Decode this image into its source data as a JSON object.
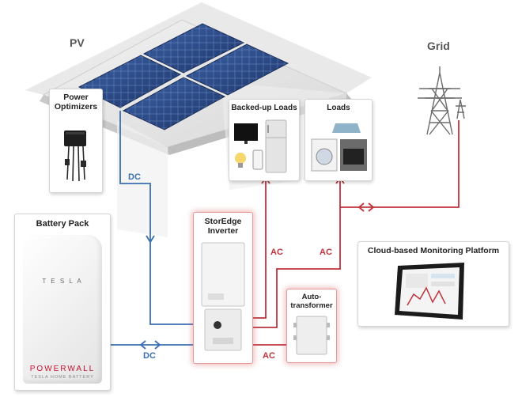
{
  "labels": {
    "pv": "PV",
    "grid": "Grid",
    "power_optimizers": "Power\nOptimizers",
    "backed_up_loads": "Backed-up Loads",
    "loads": "Loads",
    "battery_pack": "Battery Pack",
    "storedge_inverter": "StorEdge\nInverter",
    "auto_transformer": "Auto-\ntransformer",
    "cloud_monitoring": "Cloud-based Monitoring Platform",
    "dc_optimizer": "DC",
    "dc_battery": "DC",
    "ac_backed_up": "AC",
    "ac_loads": "AC",
    "ac_autotransformer": "AC"
  },
  "powerwall": {
    "brand": "T E S L A",
    "product": "POWERWALL",
    "tagline": "TESLA HOME BATTERY"
  },
  "colors": {
    "dc_line": "#3a6fb0",
    "ac_line": "#c0323c",
    "label_gray": "#555555",
    "powerwall_red": "#c8102e"
  },
  "icons": [
    "solar-panel-icon",
    "power-optimizer-icon",
    "transmission-tower-icon",
    "tv-icon",
    "phone-icon",
    "lightbulb-icon",
    "refrigerator-icon",
    "washing-machine-icon",
    "oven-icon",
    "iron-icon",
    "inverter-icon",
    "autotransformer-icon",
    "monitoring-tablet-icon",
    "battery-icon"
  ]
}
